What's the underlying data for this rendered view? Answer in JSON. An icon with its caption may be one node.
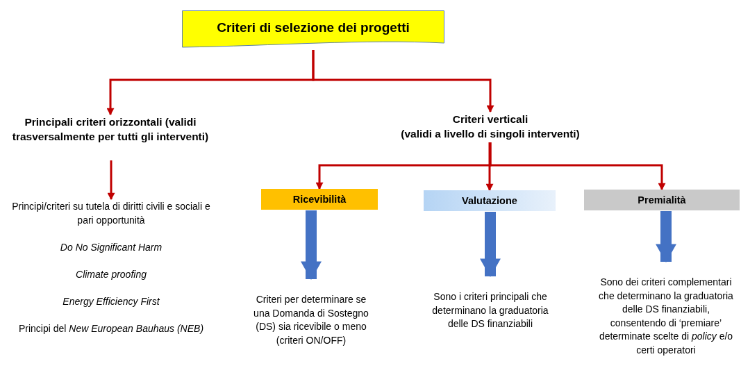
{
  "diagram": {
    "nodes": [
      {
        "text": [
          "Criteri di selezione dei progetti"
        ]
      },
      {
        "text": [
          "Principali criteri orizzontali (validi trasversalmente per tutti gli interventi)"
        ]
      },
      {
        "text": [
          "Criteri verticali",
          "(validi a livello di singoli interventi)"
        ]
      },
      {
        "text": [
          "Principi/criteri su tutela di diritti civili e sociali e pari opportunità",
          "Do No Significant Harm",
          "Climate proofing",
          "Energy Efficiency First",
          "Principi del *New European Bauhaus (NEB)*"
        ]
      },
      {
        "text": [
          "Ricevibilità"
        ]
      },
      {
        "text": [
          "Valutazione"
        ]
      },
      {
        "text": [
          "Premialità"
        ]
      },
      {
        "text": [
          "Criteri per determinare se una Domanda di Sostegno (DS) sia ricevibile o meno (criteri ON/OFF)"
        ]
      },
      {
        "text": [
          "Sono i criteri principali che determinano la graduatoria delle DS finanziabili"
        ]
      },
      {
        "text": [
          "Sono dei criteri complementari che determinano la graduatoria delle DS finanziabili, consentendo di ‘premiare’ determinate scelte di *policy* e/o certi operatori"
        ]
      }
    ],
    "edges": [
      {
        "from": 0,
        "to": 1,
        "arrow": "to"
      },
      {
        "from": 0,
        "to": 2,
        "arrow": "to"
      },
      {
        "from": 1,
        "to": 3,
        "arrow": "to"
      },
      {
        "from": 2,
        "to": 4,
        "arrow": "to"
      },
      {
        "from": 2,
        "to": 5,
        "arrow": "to"
      },
      {
        "from": 2,
        "to": 6,
        "arrow": "to"
      },
      {
        "from": 4,
        "to": 7,
        "arrow": "to",
        "style": "thick",
        "color": "#4472c4"
      },
      {
        "from": 5,
        "to": 8,
        "arrow": "to",
        "style": "thick",
        "color": "#4472c4"
      },
      {
        "from": 6,
        "to": 9,
        "arrow": "to",
        "style": "thick",
        "color": "#4472c4"
      }
    ]
  }
}
